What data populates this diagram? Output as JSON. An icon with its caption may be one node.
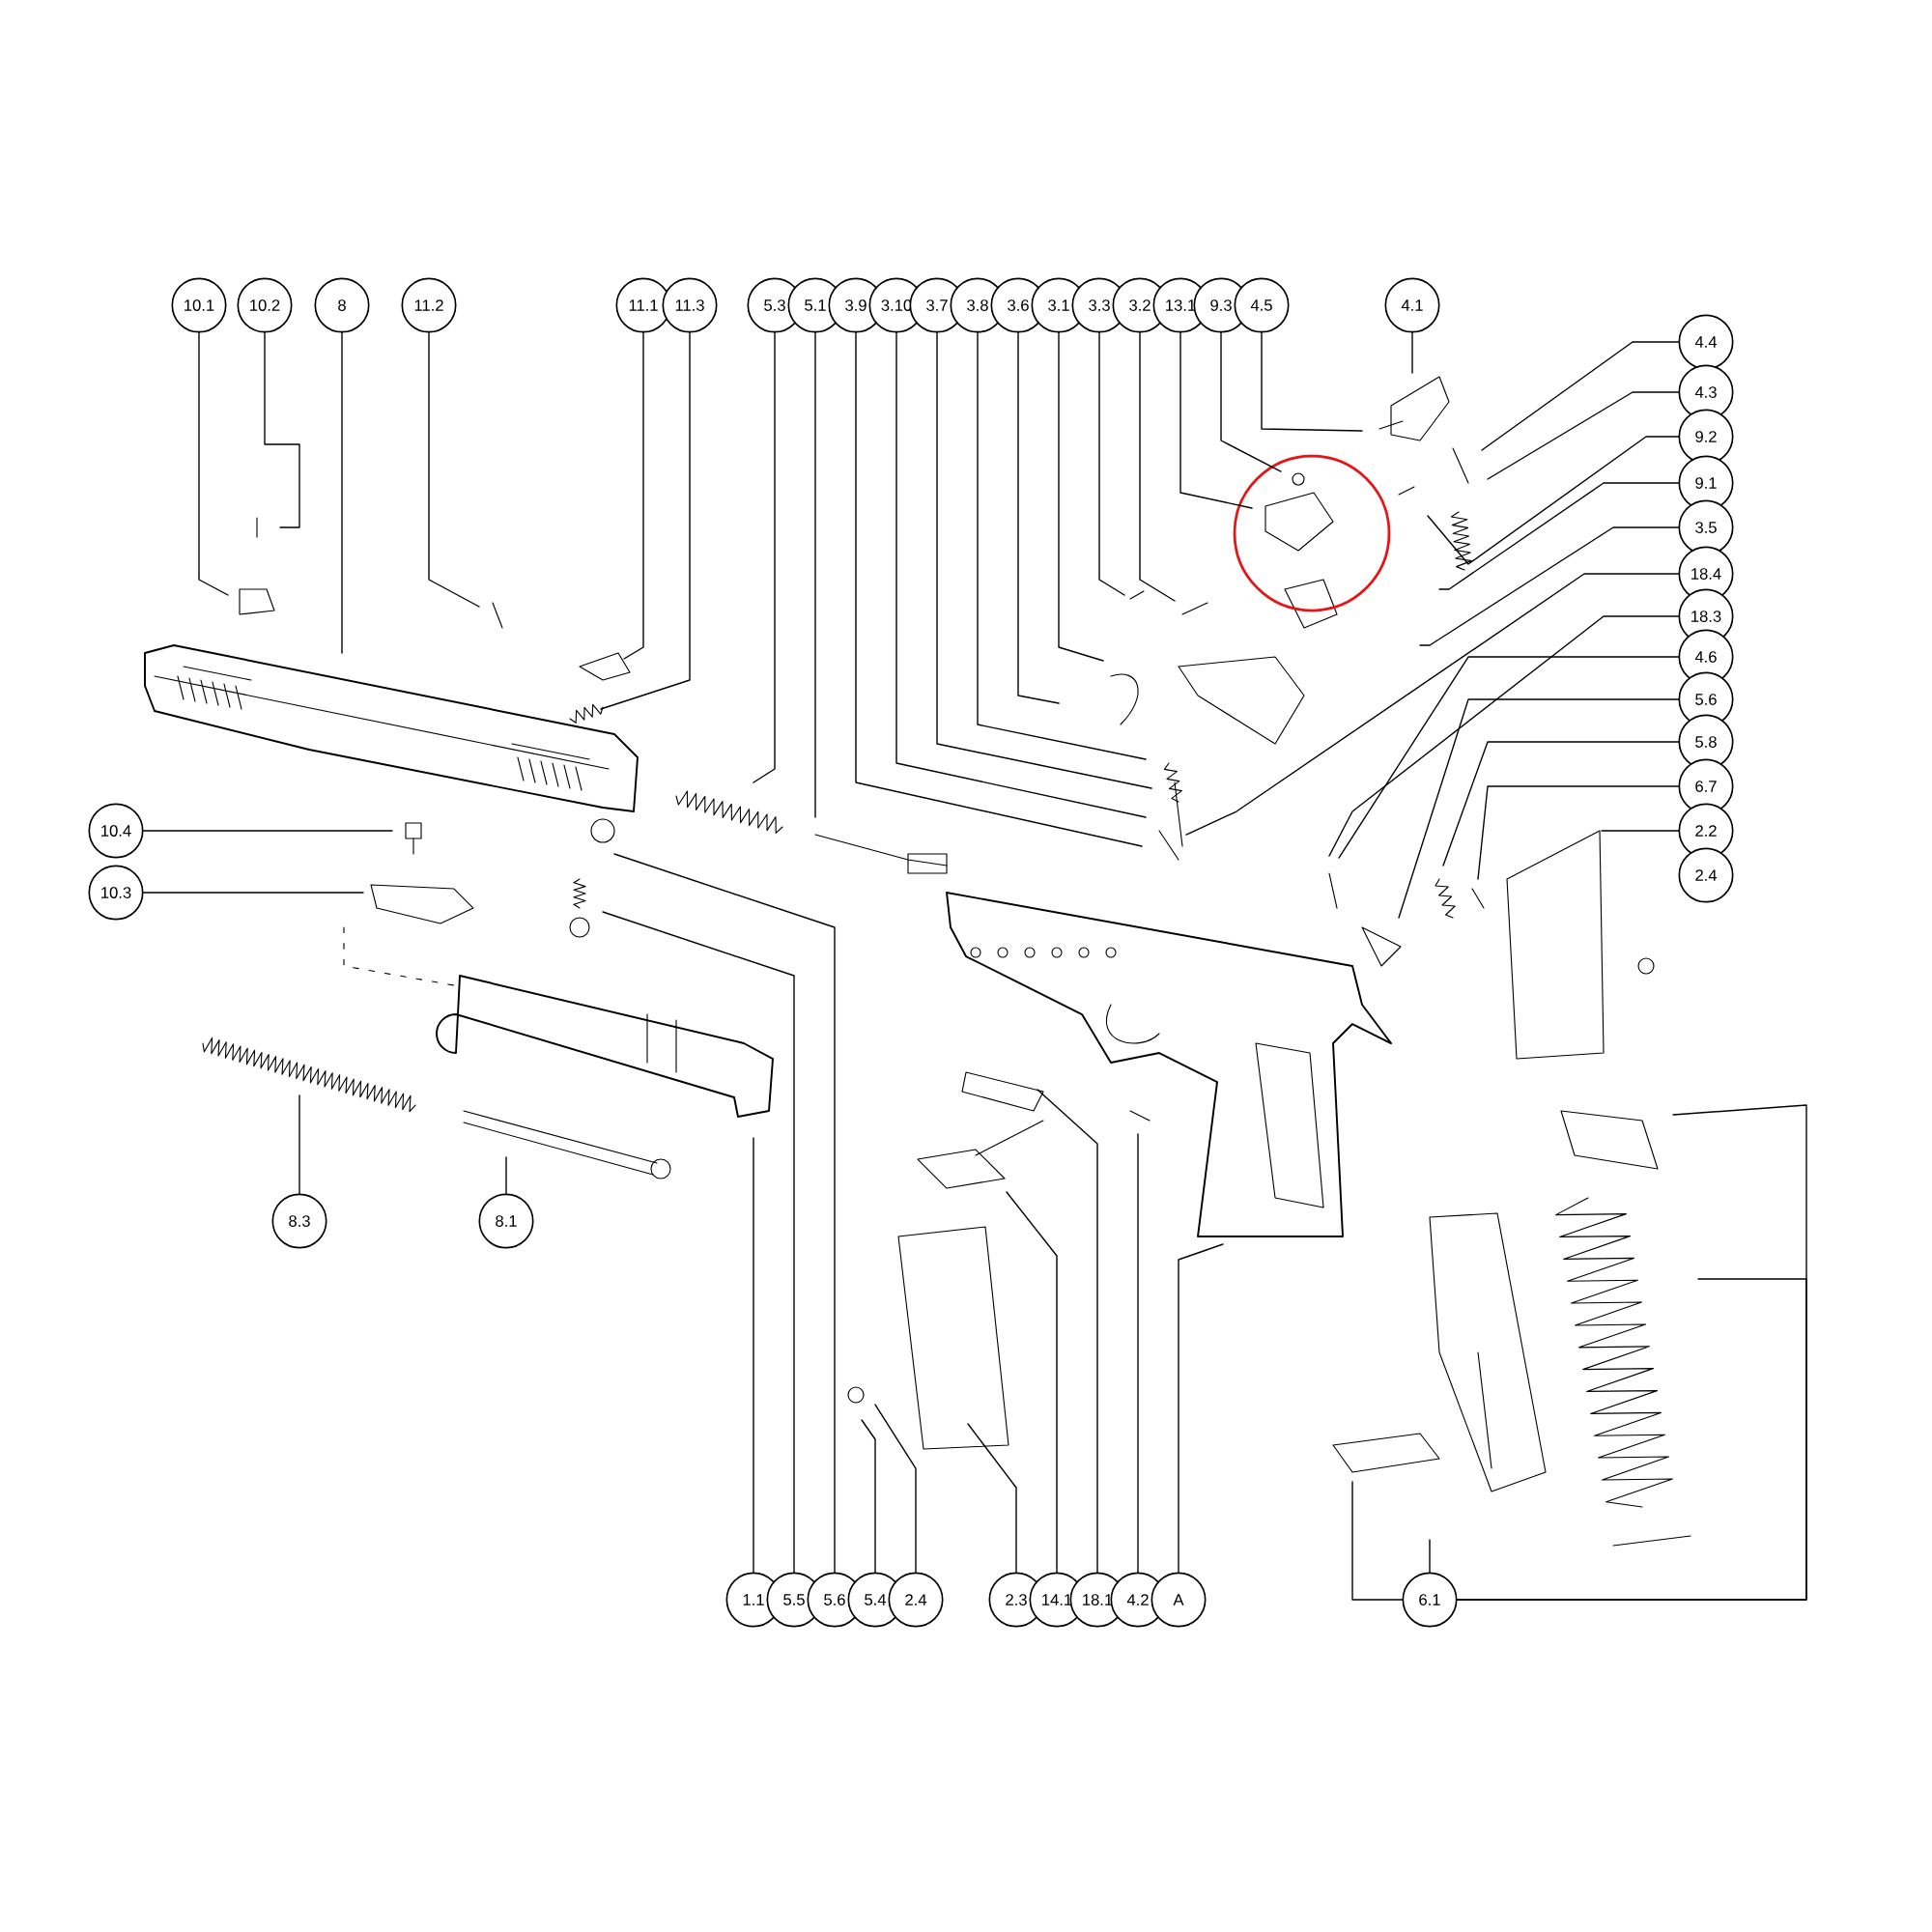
{
  "diagram": {
    "nodes": [
      {
        "text": [
          "10.1"
        ]
      },
      {
        "text": [
          "10.2"
        ]
      },
      {
        "text": [
          "8"
        ]
      },
      {
        "text": [
          "11.2"
        ]
      },
      {
        "text": [
          "11.1"
        ]
      },
      {
        "text": [
          "11.3"
        ]
      },
      {
        "text": [
          "5.3"
        ]
      },
      {
        "text": [
          "5.1"
        ]
      },
      {
        "text": [
          "3.9"
        ]
      },
      {
        "text": [
          "3.10"
        ]
      },
      {
        "text": [
          "3.7"
        ]
      },
      {
        "text": [
          "3.8"
        ]
      },
      {
        "text": [
          "3.6"
        ]
      },
      {
        "text": [
          "3.1"
        ]
      },
      {
        "text": [
          "3.3"
        ]
      },
      {
        "text": [
          "3.2"
        ]
      },
      {
        "text": [
          "13.1"
        ]
      },
      {
        "text": [
          "9.3"
        ]
      },
      {
        "text": [
          "4.5"
        ]
      },
      {
        "text": [
          "4.1"
        ]
      },
      {
        "text": [
          "4.4"
        ]
      },
      {
        "text": [
          "4.3"
        ]
      },
      {
        "text": [
          "9.2"
        ]
      },
      {
        "text": [
          "9.1"
        ]
      },
      {
        "text": [
          "3.5"
        ]
      },
      {
        "text": [
          "18.4"
        ]
      },
      {
        "text": [
          "18.3"
        ]
      },
      {
        "text": [
          "4.6"
        ]
      },
      {
        "text": [
          "5.6"
        ]
      },
      {
        "text": [
          "5.8"
        ]
      },
      {
        "text": [
          "6.7"
        ]
      },
      {
        "text": [
          "2.2"
        ]
      },
      {
        "text": [
          "2.4"
        ]
      },
      {
        "text": [
          "10.4"
        ]
      },
      {
        "text": [
          "10.3"
        ]
      },
      {
        "text": [
          "8.3"
        ]
      },
      {
        "text": [
          "8.1"
        ]
      },
      {
        "text": [
          "1.1"
        ]
      },
      {
        "text": [
          "5.5"
        ]
      },
      {
        "text": [
          "5.6"
        ]
      },
      {
        "text": [
          "5.4"
        ]
      },
      {
        "text": [
          "2.4"
        ]
      },
      {
        "text": [
          "2.3"
        ]
      },
      {
        "text": [
          "14.1"
        ]
      },
      {
        "text": [
          "18.1"
        ]
      },
      {
        "text": [
          "4.2"
        ]
      },
      {
        "text": [
          "A"
        ]
      },
      {
        "text": [
          "6.1"
        ]
      }
    ],
    "edges": [
      {
        "from": 0,
        "to": null,
        "arrow": "none"
      },
      {
        "from": 1,
        "to": null,
        "arrow": "none"
      },
      {
        "from": 2,
        "to": null,
        "arrow": "none"
      },
      {
        "from": 3,
        "to": null,
        "arrow": "none"
      },
      {
        "from": 4,
        "to": null,
        "arrow": "none"
      },
      {
        "from": 5,
        "to": null,
        "arrow": "none"
      },
      {
        "from": 6,
        "to": null,
        "arrow": "none"
      },
      {
        "from": 7,
        "to": null,
        "arrow": "none"
      },
      {
        "from": 8,
        "to": null,
        "arrow": "none"
      },
      {
        "from": 9,
        "to": null,
        "arrow": "none"
      },
      {
        "from": 10,
        "to": null,
        "arrow": "none"
      },
      {
        "from": 11,
        "to": null,
        "arrow": "none"
      },
      {
        "from": 12,
        "to": null,
        "arrow": "none"
      },
      {
        "from": 13,
        "to": null,
        "arrow": "none"
      },
      {
        "from": 14,
        "to": null,
        "arrow": "none"
      },
      {
        "from": 15,
        "to": null,
        "arrow": "none"
      },
      {
        "from": 16,
        "to": null,
        "arrow": "none"
      },
      {
        "from": 17,
        "to": null,
        "arrow": "none"
      },
      {
        "from": 18,
        "to": null,
        "arrow": "none"
      },
      {
        "from": 19,
        "to": null,
        "arrow": "none"
      },
      {
        "from": 20,
        "to": null,
        "arrow": "none"
      },
      {
        "from": 21,
        "to": null,
        "arrow": "none"
      },
      {
        "from": 22,
        "to": null,
        "arrow": "none"
      },
      {
        "from": 23,
        "to": null,
        "arrow": "none"
      },
      {
        "from": 24,
        "to": null,
        "arrow": "none"
      },
      {
        "from": 25,
        "to": null,
        "arrow": "none"
      },
      {
        "from": 26,
        "to": null,
        "arrow": "none"
      },
      {
        "from": 27,
        "to": null,
        "arrow": "none"
      },
      {
        "from": 28,
        "to": null,
        "arrow": "none"
      },
      {
        "from": 29,
        "to": null,
        "arrow": "none"
      },
      {
        "from": 30,
        "to": null,
        "arrow": "none"
      },
      {
        "from": 31,
        "to": null,
        "arrow": "none"
      },
      {
        "from": 33,
        "to": null,
        "arrow": "none"
      },
      {
        "from": 34,
        "to": null,
        "arrow": "none"
      },
      {
        "from": 35,
        "to": null,
        "arrow": "none"
      },
      {
        "from": 36,
        "to": null,
        "arrow": "none"
      },
      {
        "from": 37,
        "to": null,
        "arrow": "none"
      },
      {
        "from": 38,
        "to": null,
        "arrow": "none"
      },
      {
        "from": 39,
        "to": null,
        "arrow": "none"
      },
      {
        "from": 40,
        "to": null,
        "arrow": "none"
      },
      {
        "from": 41,
        "to": null,
        "arrow": "none"
      },
      {
        "from": 42,
        "to": null,
        "arrow": "none"
      },
      {
        "from": 43,
        "to": null,
        "arrow": "none"
      },
      {
        "from": 44,
        "to": null,
        "arrow": "none"
      },
      {
        "from": 45,
        "to": null,
        "arrow": "none"
      },
      {
        "from": 46,
        "to": null,
        "arrow": "none"
      },
      {
        "from": 47,
        "to": null,
        "arrow": "none"
      },
      {
        "from": 47,
        "to": null,
        "arrow": "none"
      },
      {
        "from": 47,
        "to": null,
        "arrow": "none"
      },
      {
        "from": 47,
        "to": null,
        "arrow": "none"
      }
    ]
  }
}
